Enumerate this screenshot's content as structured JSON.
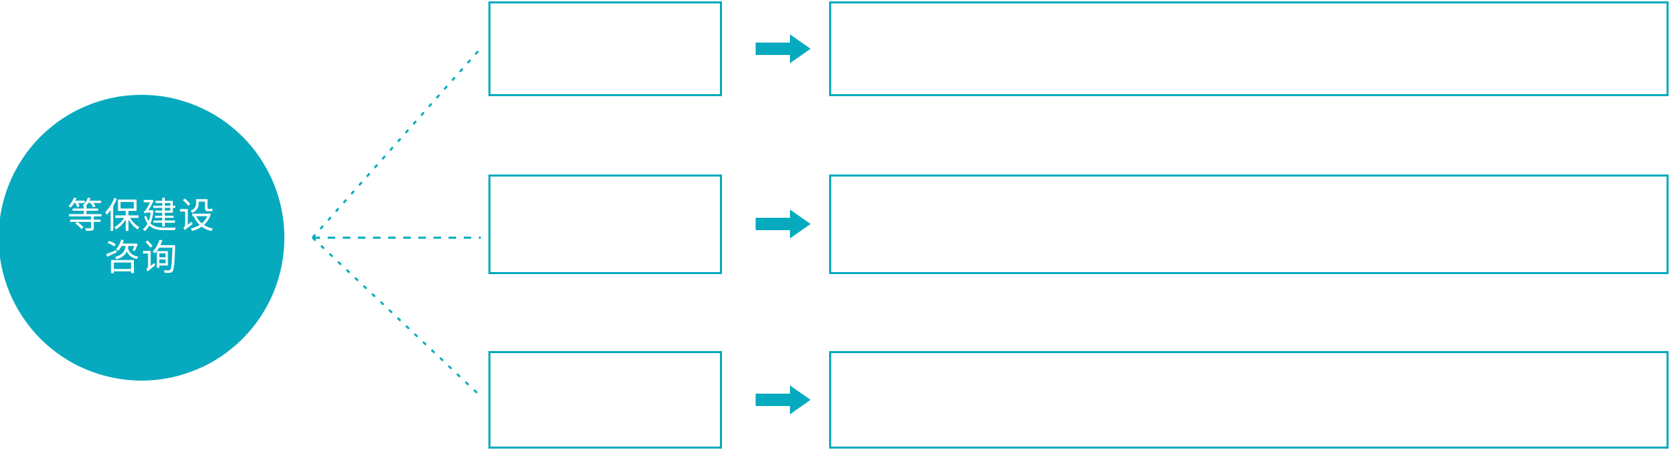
{
  "diagram": {
    "type": "hub-and-spoke-process",
    "accent_color": "#06AABE",
    "background_color": "#FFFFFF",
    "hub": {
      "shape": "circle",
      "label": "等保建设\n咨询",
      "text_color": "#FFFFFF",
      "fill_color": "#06AABE"
    },
    "connector_style": "dotted",
    "rows": [
      {
        "stage_label": "",
        "detail_label": "",
        "arrow_icon": "right-arrow-icon"
      },
      {
        "stage_label": "",
        "detail_label": "",
        "arrow_icon": "right-arrow-icon"
      },
      {
        "stage_label": "",
        "detail_label": "",
        "arrow_icon": "right-arrow-icon"
      }
    ]
  }
}
